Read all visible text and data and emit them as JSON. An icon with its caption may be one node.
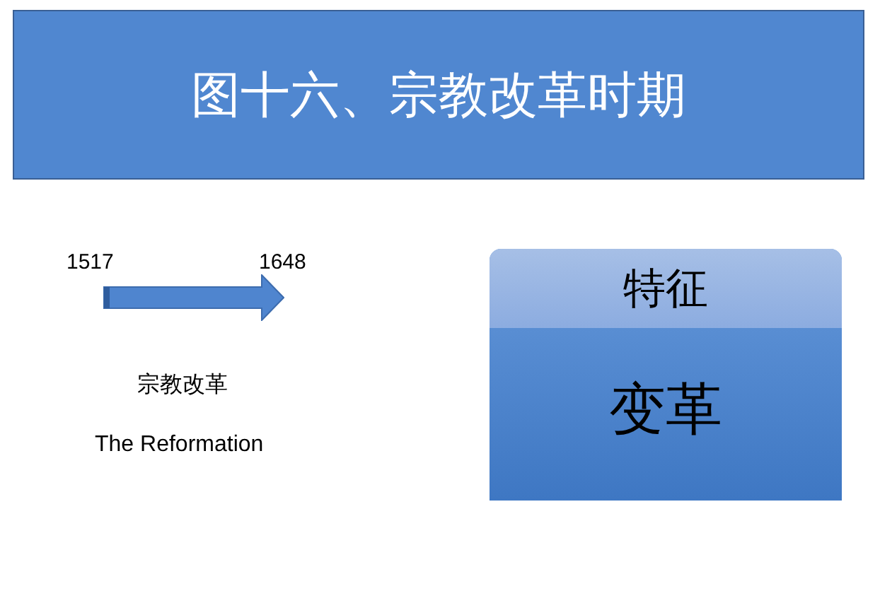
{
  "diagram": {
    "title": "图十六、宗教改革时期",
    "nodes": [
      {
        "text": [
          "特征",
          "变革"
        ]
      }
    ],
    "labels": [
      "1517",
      "1648",
      "宗教改革",
      "The Reformation"
    ]
  }
}
